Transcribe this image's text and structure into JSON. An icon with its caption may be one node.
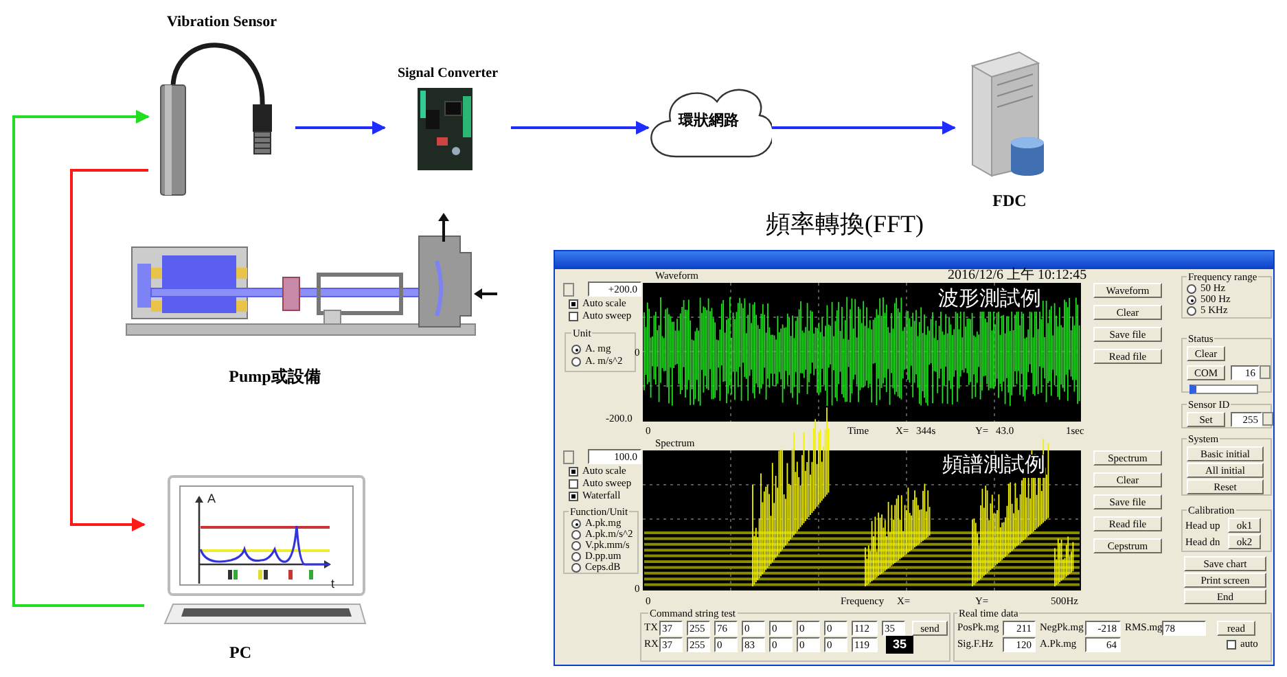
{
  "diagram": {
    "nodes": [
      {
        "text": [
          "Vibration Sensor"
        ]
      },
      {
        "text": [
          "Signal Converter"
        ]
      },
      {
        "text": [
          "環狀網路"
        ]
      },
      {
        "text": [
          "FDC"
        ]
      },
      {
        "text": [
          "Pump或設備"
        ]
      },
      {
        "text": [
          "PC"
        ]
      },
      {
        "text": [
          "頻率轉換(FFT)"
        ]
      }
    ],
    "edges": [
      {
        "from": 0,
        "to": 1,
        "arrow": "to"
      },
      {
        "from": 1,
        "to": 2,
        "arrow": "to"
      },
      {
        "from": 2,
        "to": 3,
        "arrow": "to"
      },
      {
        "from": 5,
        "to": 0,
        "arrow": "to",
        "color": "#22dd22"
      },
      {
        "from": 0,
        "to": 5,
        "arrow": "to",
        "color": "#ff1a1a"
      }
    ],
    "labels": [
      "A",
      "t",
      "Waveform",
      "2016/12/6 上午 10:12:45",
      "+200.0",
      "Auto scale",
      "Auto sweep",
      "Unit",
      "A. mg",
      "A. m/s^2",
      "0",
      "-200.0",
      "波形測試例",
      "0",
      "Time",
      "X=",
      "344s",
      "Y=",
      "43.0",
      "1sec",
      "Waveform",
      "Clear",
      "Save file",
      "Read file",
      "Frequency range",
      "50 Hz",
      "500 Hz",
      "5 KHz",
      "Status",
      "Clear",
      "COM",
      "16",
      "Sensor ID",
      "Set",
      "255",
      "System",
      "Basic initial",
      "All initial",
      "Reset",
      "Calibration",
      "Head up",
      "ok1",
      "Head dn",
      "ok2",
      "Save chart",
      "Print screen",
      "End",
      "Spectrum",
      "100.0",
      "Auto scale",
      "Auto sweep",
      "Waterfall",
      "Function/Unit",
      "A.pk.mg",
      "A.pk.m/s^2",
      "V.pk.mm/s",
      "D.pp.um",
      "Ceps.dB",
      "0",
      "頻譜測試例",
      "0",
      "Frequency",
      "X=",
      "Y=",
      "500Hz",
      "Spectrum",
      "Clear",
      "Save file",
      "Read file",
      "Cepstrum",
      "Command string test",
      "TX",
      "37",
      "255",
      "76",
      "0",
      "0",
      "0",
      "0",
      "112",
      "35",
      "send",
      "RX",
      "37",
      "255",
      "0",
      "83",
      "0",
      "0",
      "0",
      "119",
      "35",
      "Real time data",
      "PosPk.mg",
      "211",
      "NegPk.mg",
      "-218",
      "RMS.mg",
      "78",
      "read",
      "Sig.F.Hz",
      "120",
      "A.Pk.mg",
      "64",
      "auto"
    ]
  }
}
